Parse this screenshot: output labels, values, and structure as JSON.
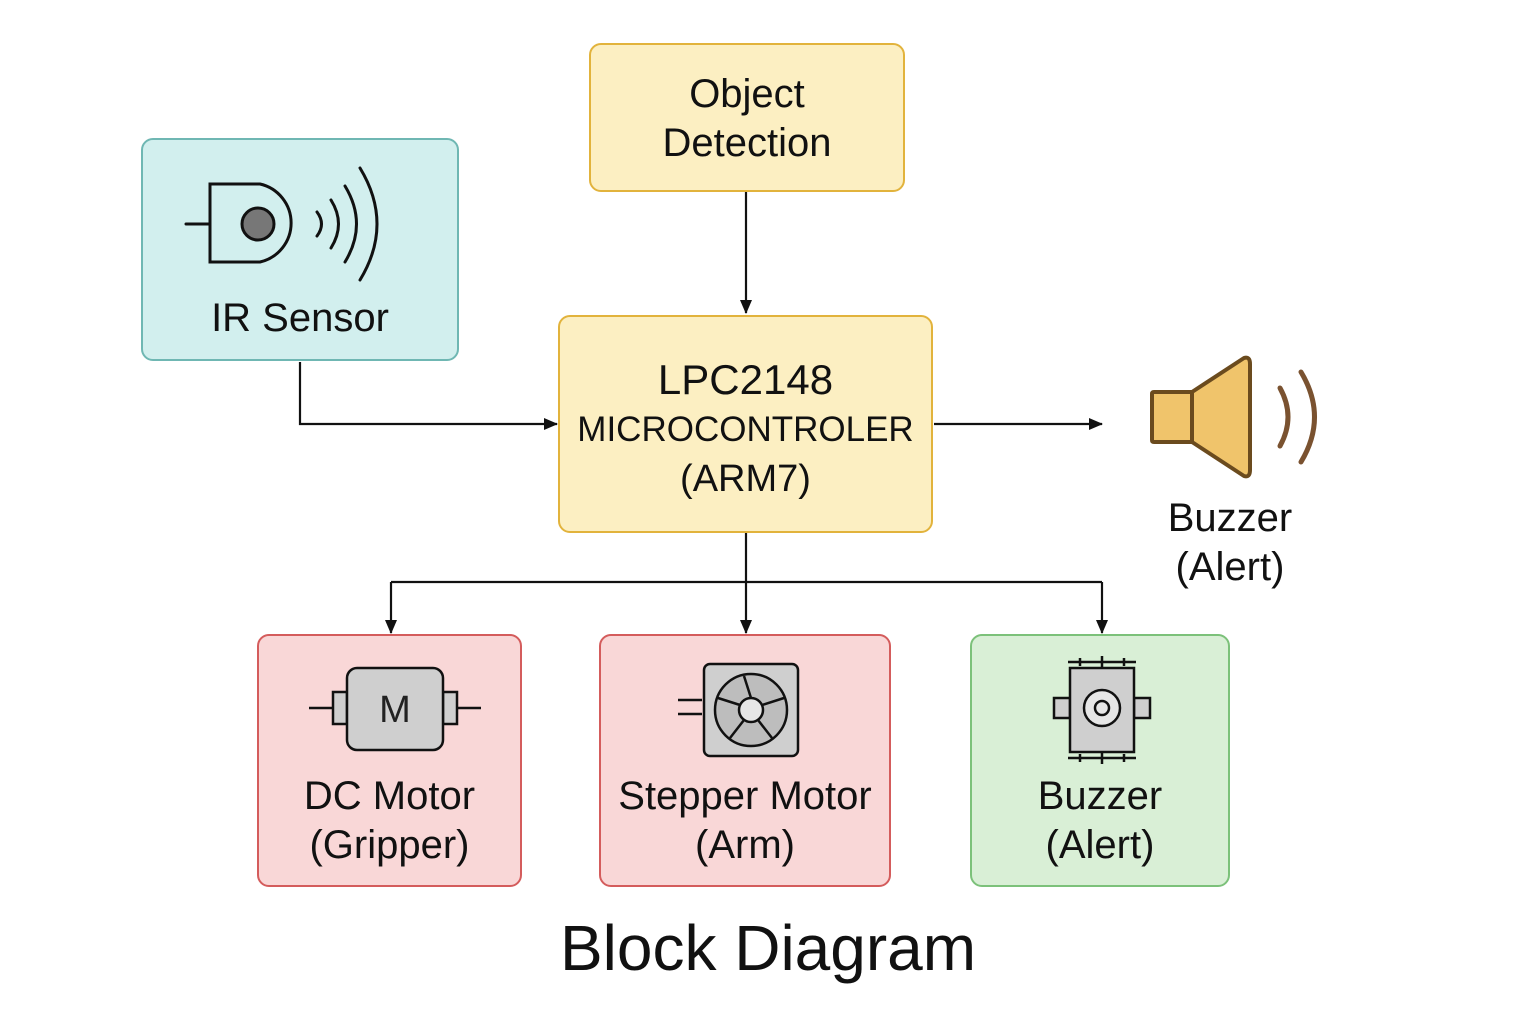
{
  "title": "Block Diagram",
  "blocks": {
    "object_detection": {
      "line1": "Object",
      "line2": "Detection"
    },
    "ir_sensor": {
      "label": "IR Sensor"
    },
    "microcontroller": {
      "line1": "LPC2148",
      "line2": "MICROCONTROLER",
      "line3": "(ARM7)"
    },
    "speaker": {
      "line1": "Buzzer",
      "line2": "(Alert)"
    },
    "dc_motor": {
      "line1": "DC Motor",
      "line2": "(Gripper)",
      "icon_letter": "M"
    },
    "stepper_motor": {
      "line1": "Stepper Motor",
      "line2": "(Arm)"
    },
    "buzzer": {
      "line1": "Buzzer",
      "line2": "(Alert)"
    }
  },
  "colors": {
    "yellow_fill": "#fcefc2",
    "yellow_border": "#e2b33c",
    "teal_fill": "#d2efee",
    "teal_border": "#6fb7b3",
    "red_fill": "#f9d7d7",
    "red_border": "#d45c5c",
    "green_fill": "#d9efd6",
    "green_border": "#7cc17a",
    "speaker_fill": "#f0c46b",
    "speaker_wave": "#7a5230",
    "icon_gray": "#cfcfcf"
  },
  "icons": [
    "ir-sensor-icon",
    "speaker-icon",
    "dc-motor-icon",
    "stepper-motor-icon",
    "buzzer-icon"
  ]
}
